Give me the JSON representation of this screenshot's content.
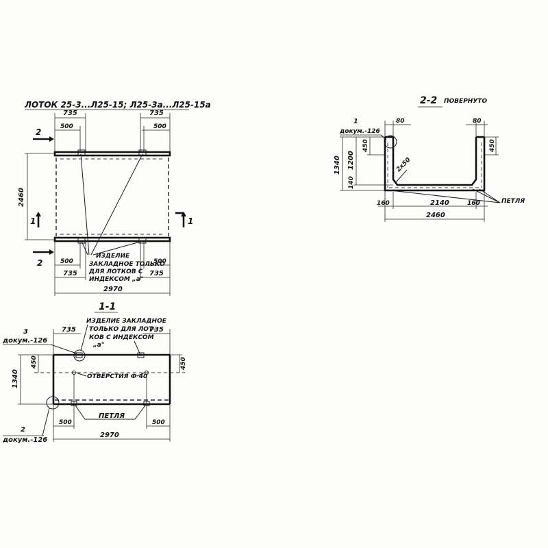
{
  "plan": {
    "title": "ЛОТОК 25-3...Л25-15; Л25-3а...Л25-15а",
    "dim_top_left": "735",
    "dim_top_right": "735",
    "dim_top_left_inner": "500",
    "dim_top_right_inner": "500",
    "dim_bottom_left_inner": "500",
    "dim_bottom_right_inner": "500",
    "dim_bottom_left": "735",
    "dim_bottom_right": "735",
    "dim_total_length": "2970",
    "dim_height": "2460",
    "section_2_label": "2",
    "section_1_label": "1",
    "note_lines": [
      "ИЗДЕЛИЕ",
      "ЗАКЛАДНОЕ ТОЛЬКО",
      "ДЛЯ ЛОТКОВ С",
      "ИНДЕКСОМ „а\""
    ]
  },
  "section11": {
    "title": "1-1",
    "callout3_num": "3",
    "callout3_doc": "докум.-126",
    "callout2_num": "2",
    "callout2_doc": "докум.-126",
    "note_lines": [
      "ИЗДЕЛИЕ ЗАКЛАДНОЕ",
      "ТОЛЬКО ДЛЯ ЛОТ-",
      "КОВ С ИНДЕКСОМ",
      "„а\""
    ],
    "dim_top_left": "735",
    "dim_top_right": "735",
    "dim_left_total": "1340",
    "dim_left_top": "450",
    "dim_right": "450",
    "hole_label": "ОТВЕРСТИЯ Ф 40",
    "loop_label": "ПЕТЛЯ",
    "dim_bottom_left": "500",
    "dim_bottom_right": "500",
    "dim_total": "2970"
  },
  "section22": {
    "title": "2-2",
    "subtitle": "ПОВЕРНУТО",
    "callout1_num": "1",
    "callout1_doc": "докум.-126",
    "dim_wall_left": "80",
    "dim_wall_right": "80",
    "dim_total_height": "1340",
    "dim_inner_height": "1200",
    "dim_top_left": "450",
    "dim_top_right": "450",
    "dim_bottom": "140",
    "dim_chamfer": "2х50",
    "dim_base_left": "160",
    "dim_base_inner": "2140",
    "dim_base_right": "160",
    "dim_base_total": "2460",
    "loop_label": "ПЕТЛЯ"
  }
}
